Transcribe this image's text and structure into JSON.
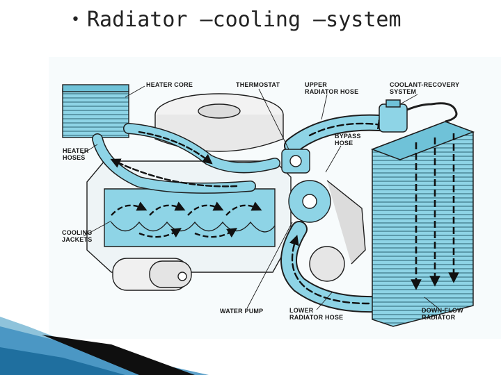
{
  "slide": {
    "title": "Radiator –cooling –system",
    "bullet": "•"
  },
  "diagram": {
    "labels": {
      "heater_core": "HEATER CORE",
      "thermostat": "THERMOSTAT",
      "upper_hose_1": "UPPER",
      "upper_hose_2": "RADIATOR HOSE",
      "recovery_1": "COOLANT-RECOVERY",
      "recovery_2": "SYSTEM",
      "bypass_1": "BYPASS",
      "bypass_2": "HOSE",
      "heater_hoses_1": "HEATER",
      "heater_hoses_2": "HOSES",
      "jackets_1": "COOLING",
      "jackets_2": "JACKETS",
      "water_pump": "WATER PUMP",
      "lower_hose_1": "LOWER",
      "lower_hose_2": "RADIATOR HOSE",
      "downflow_1": "DOWN-FLOW",
      "downflow_2": "RADIATOR"
    }
  },
  "colors": {
    "coolant": "#8ed4e6",
    "line": "#1e1e1e",
    "accent_blue": "#2f8fc2"
  }
}
